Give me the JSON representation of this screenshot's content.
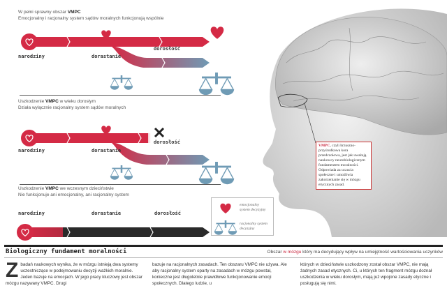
{
  "sections": [
    {
      "line1_pre": "W pełni sprawny obszar ",
      "line1_bold": "VMPC",
      "line1_post": "",
      "line2": "Emocjonalny i racjonalny system sądów moralnych funkcjonują wspólnie"
    },
    {
      "line1_pre": "Uszkodzenie ",
      "line1_bold": "VMPC",
      "line1_post": " w wieku dorosłym",
      "line2": "Działa wyłącznie racjonalny system sądów moralnych"
    },
    {
      "line1_pre": "Uszkodzenie ",
      "line1_bold": "VMPC",
      "line1_post": " we wczesnym dzieciństwie",
      "line2": "Nie funkcjonuje ani emocjonalny, ani racjonalny system"
    }
  ],
  "stages": {
    "birth": "narodziny",
    "youth": "dorastanie",
    "adult": "dorosłość"
  },
  "legend": {
    "emotional": "emocjonalny system decyzyjny",
    "rational": "racjonalny system decyzyjny"
  },
  "callout": {
    "bold": "VMPC",
    "text": ", czyli brzuszno-przyśrodkowa kora przedczołowa, jest jak uważają naukowcy neurobiologicznym fundamentem moralności. Odpowiada za uczucia społeczne i umożliwia zakorzenianie się w mózgu etycznych zasad."
  },
  "article": {
    "title": "Biologiczny fundament moralności",
    "subtitle_pre": "Obszar ",
    "subtitle_highlight": "w mózgu",
    "subtitle_post": " który ma decydujący wpływ na umiejętność wartościowania uczynków",
    "dropcap": "Z",
    "col1": " badań naukowych wynika, że w mózgu istnieją dwa systemy uczestniczące w podejmowaniu decyzji ważkich moralnie. Jeden bazuje na emocjach. W jego pracy kluczowy jest obszar mózgu nazywany VMPC. Drugi",
    "col2": "bazuje na racjonalnych zasadach. Ten obszaru VMPC nie używa. Ale aby racjonalny system oparty na zasadach w mózgu powstał, konieczne jest długoletnie prawidłowe funkcjonowanie emocji społecznych. Dlatego ludzie, u",
    "col3": "których w dzieciństwie uszkodzony został obszar VMPC, nie mają żadnych zasad etycznych. Ci, u których ten fragment mózgu doznał uszkodzenia w wieku dorosłym, mają już wpojone zasady etyczne i posługują się nimi."
  },
  "colors": {
    "red": "#d42a45",
    "blue": "#6f9bb5",
    "dark": "#2a2a2a"
  }
}
